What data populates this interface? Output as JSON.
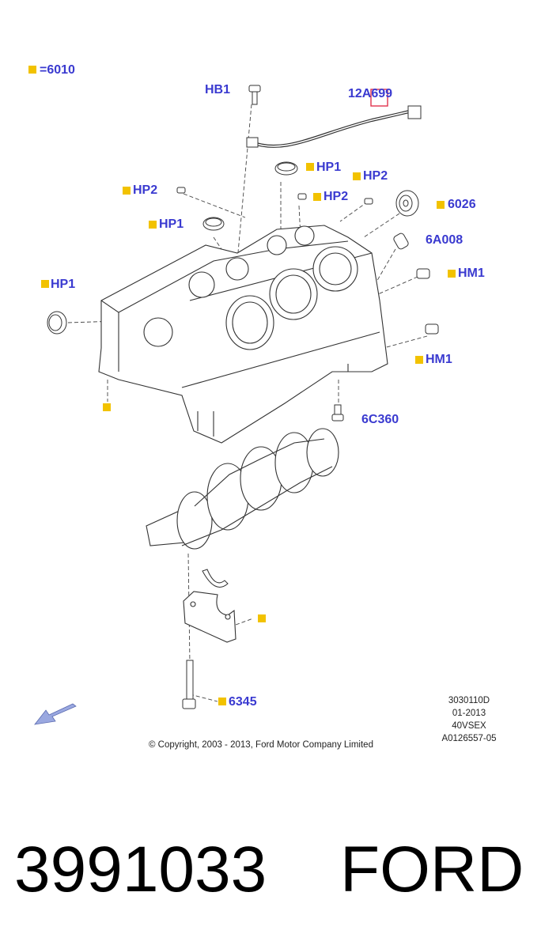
{
  "legend": {
    "symbol_meaning": "=6010"
  },
  "callouts": {
    "hb1": "HB1",
    "wire": "12A699",
    "hp1_top": "HP1",
    "hp2_right": "HP2",
    "hp2_far": "HP2",
    "hp2_left": "HP2",
    "hp1_mid": "HP1",
    "p6026": "6026",
    "p6a008": "6A008",
    "hm1_top": "HM1",
    "hp1_left": "HP1",
    "hm1_low": "HM1",
    "p6c360": "6C360",
    "p6345": "6345"
  },
  "meta_block": [
    "3030110D",
    "01-2013",
    "40VSEX",
    "A0126557-05"
  ],
  "copyright": "© Copyright, 2003 - 2013, Ford Motor Company Limited",
  "caption": {
    "part_number": "3991033",
    "brand": "FORD"
  },
  "colors": {
    "callout_text": "#3a3ad0",
    "marker": "#f2c200",
    "highlight_box": "#e0334d",
    "arrow": "#9aa8e0"
  }
}
